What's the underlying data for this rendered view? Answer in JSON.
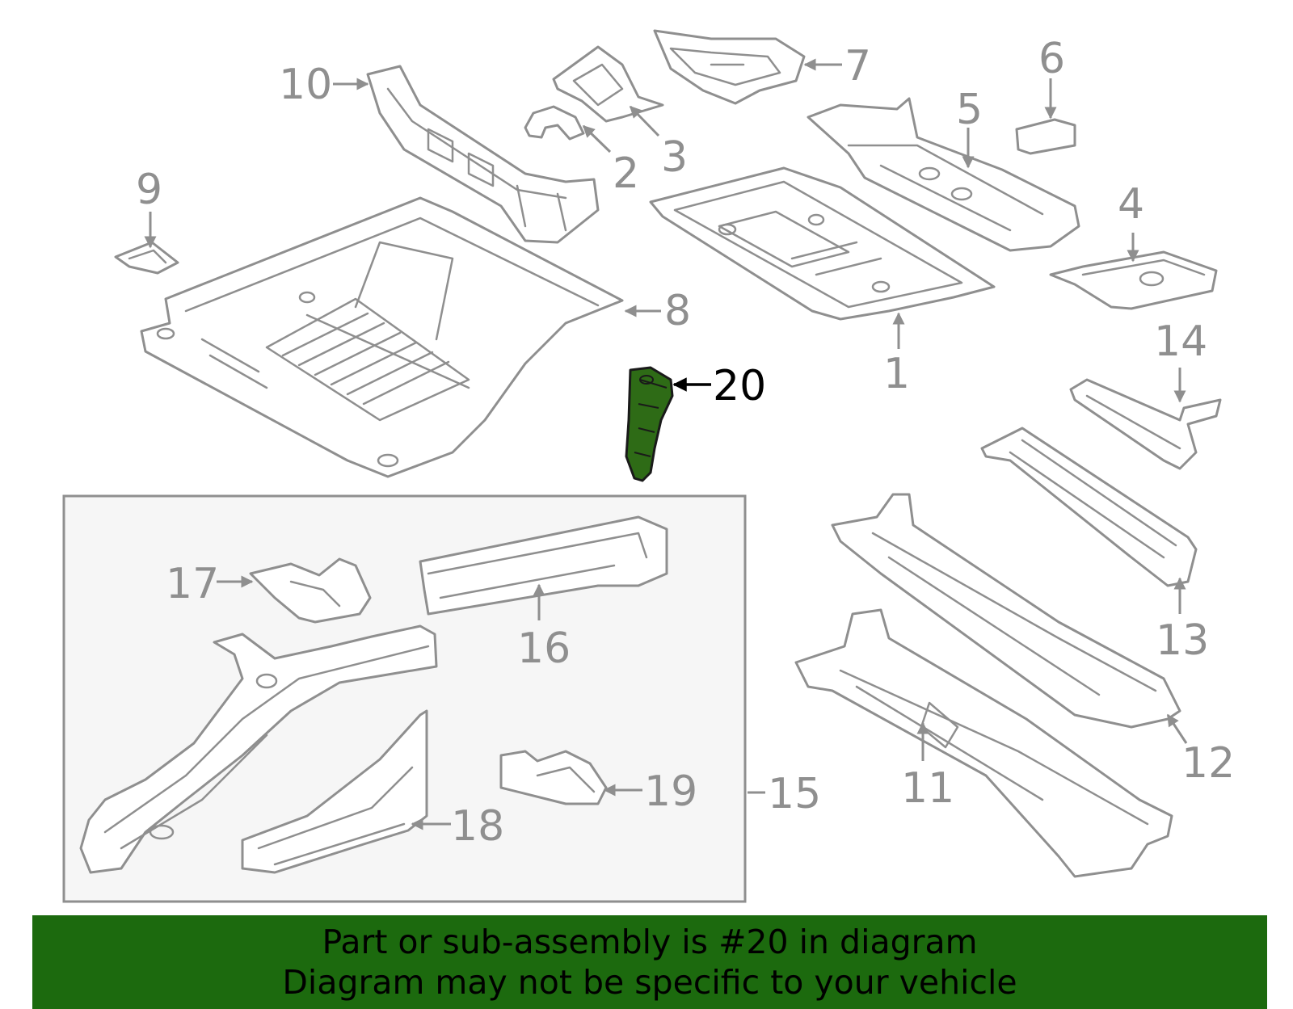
{
  "colors": {
    "line": "#8f8f8f",
    "highlight_fill": "#2e6b16",
    "banner_bg": "#1c6a0e",
    "banner_text": "#000000",
    "inset_bg": "#f6f6f6"
  },
  "callouts": {
    "c1": "1",
    "c2": "2",
    "c3": "3",
    "c4": "4",
    "c5": "5",
    "c6": "6",
    "c7": "7",
    "c8": "8",
    "c9": "9",
    "c10": "10",
    "c11": "11",
    "c12": "12",
    "c13": "13",
    "c14": "14",
    "c15": "15",
    "c16": "16",
    "c17": "17",
    "c18": "18",
    "c19": "19",
    "c20": "20"
  },
  "highlighted_part": "20",
  "banner": {
    "line1": "Part or sub-assembly is #20 in diagram",
    "line2": "Diagram may not be specific to your vehicle"
  }
}
